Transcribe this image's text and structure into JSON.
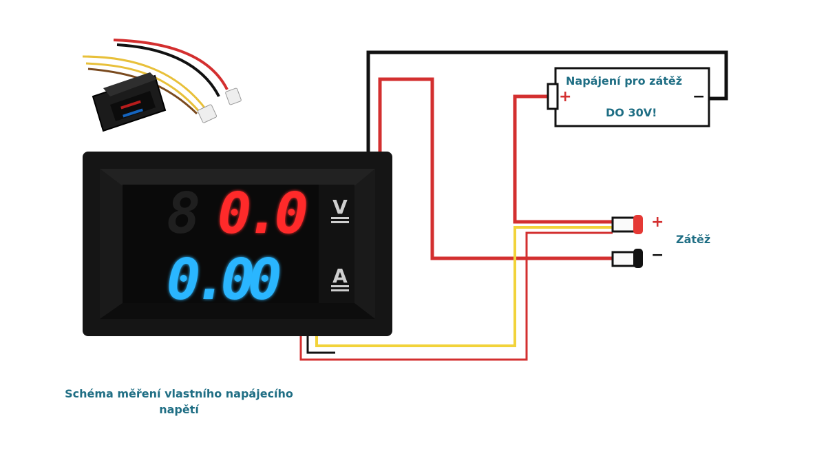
{
  "meter": {
    "voltage_reading": "0.0",
    "voltage_unit": "V",
    "current_reading": "0.00",
    "current_unit": "A"
  },
  "battery": {
    "label": "Napájení pro zátěž",
    "voltage_note": "DO 30V!",
    "plus": "+",
    "minus": "−"
  },
  "load": {
    "label": "Zátěž",
    "plus": "+",
    "minus": "−"
  },
  "caption": "Schéma měření vlastního napájecího napětí",
  "colors": {
    "wire_red": "#d32f2f",
    "wire_black": "#111111",
    "wire_yellow": "#f2d33a",
    "meter_body": "#121212",
    "display_red": "#ff2a2a",
    "display_blue": "#29b6ff",
    "label": "#1f6e84"
  }
}
